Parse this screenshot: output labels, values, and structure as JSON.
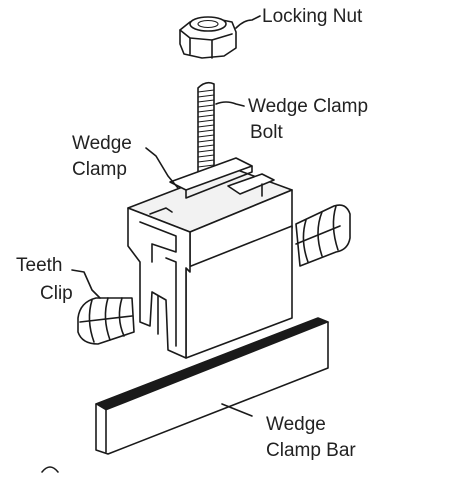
{
  "labels": {
    "locking_nut": "Locking Nut",
    "wedge_clamp_bolt_line1": "Wedge Clamp",
    "wedge_clamp_bolt_line2": "Bolt",
    "wedge_clamp_line1": "Wedge",
    "wedge_clamp_line2": "Clamp",
    "teeth_clip_line1": "Teeth",
    "teeth_clip_line2": "Clip",
    "wedge_clamp_bar_line1": "Wedge",
    "wedge_clamp_bar_line2": "Clamp Bar"
  },
  "colors": {
    "line": "#1a1a1a",
    "text": "#222222",
    "background": "#ffffff",
    "bar_face": "#1a1a1a"
  }
}
